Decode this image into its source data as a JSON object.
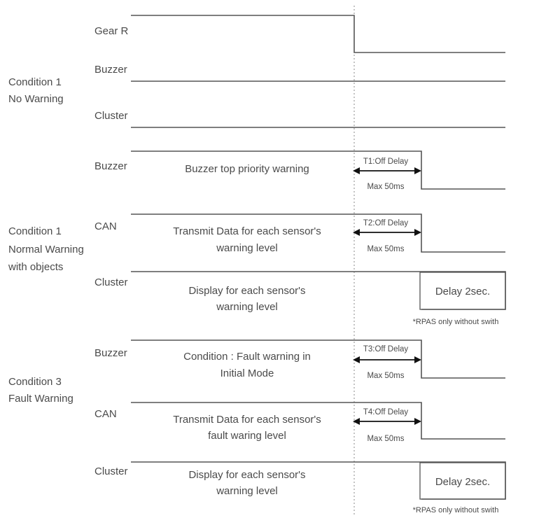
{
  "conditions": [
    {
      "line1": "Condition 1",
      "line2": "No Warning",
      "line3": ""
    },
    {
      "line1": "Condition 1",
      "line2": "Normal Warning",
      "line3": "with objects"
    },
    {
      "line1": "Condition 3",
      "line2": "Fault Warning",
      "line3": ""
    }
  ],
  "signals": {
    "gear_r": "Gear R",
    "buzzer": "Buzzer",
    "cluster": "Cluster",
    "can": "CAN"
  },
  "descriptions": {
    "buzzer_priority": "Buzzer top priority warning",
    "transmit_warning_1": "Transmit Data for each sensor's",
    "transmit_warning_2": "warning level",
    "display_warning_1": "Display for each sensor's",
    "display_warning_2": "warning level",
    "fault_initial_1": "Condition : Fault warning in",
    "fault_initial_2": "Initial Mode",
    "transmit_fault_1": "Transmit Data for each sensor's",
    "transmit_fault_2": "fault waring level"
  },
  "delays": {
    "t1": "T1:Off Delay",
    "t2": "T2:Off Delay",
    "t3": "T3:Off Delay",
    "t4": "T4:Off Delay",
    "max": "Max 50ms"
  },
  "cluster_delay": "Delay 2sec.",
  "note": "*RPAS only without swith"
}
